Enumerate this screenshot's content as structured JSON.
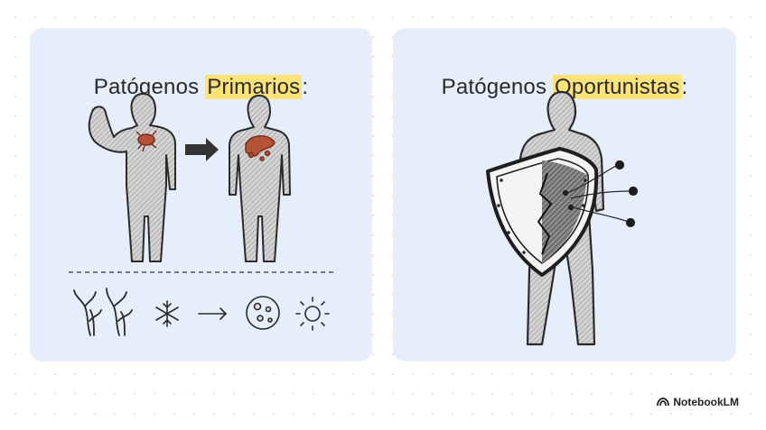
{
  "left_panel": {
    "title_prefix": "Patógenos ",
    "title_highlight": "Primarios",
    "title_suffix": ":"
  },
  "right_panel": {
    "title_prefix": "Patógenos ",
    "title_highlight": "Oportunistas",
    "title_suffix": ":"
  },
  "brand": {
    "label": "NotebookLM",
    "icon": "notebooklm-logo-icon"
  },
  "colors": {
    "panel_bg": "#e6eefb",
    "highlight": "#fbe37a",
    "pathogen": "#b5523a"
  }
}
